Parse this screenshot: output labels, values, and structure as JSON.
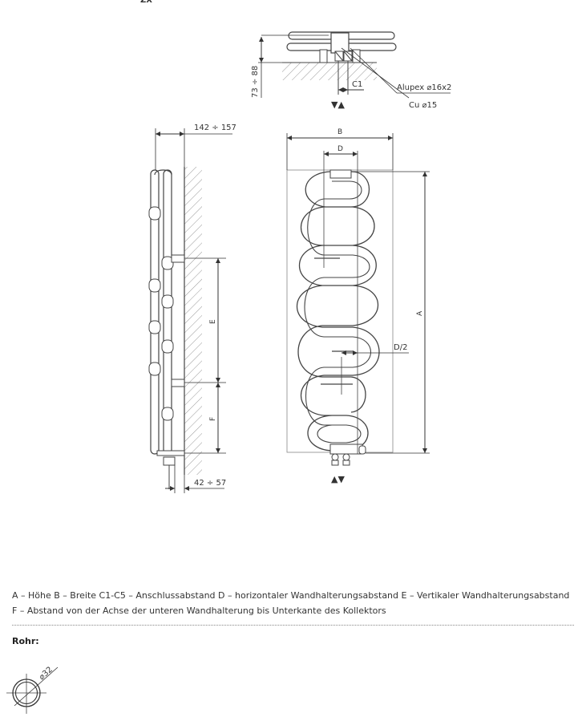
{
  "header": {
    "partial_label": "ZX"
  },
  "top_view": {
    "offset_label": "73 ÷ 88",
    "c1_label": "C1",
    "alupex_label": "Alupex ⌀16x2",
    "cu_label": "Cu ⌀15",
    "flow_arrows": "▼▲"
  },
  "side_view": {
    "depth_label": "142 ÷ 157",
    "wall_distance_label": "42 ÷ 57",
    "e_label": "E",
    "f_label": "F"
  },
  "front_view": {
    "b_label": "B",
    "d_label": "D",
    "a_label": "A",
    "d_half_label": "D/2",
    "flow_arrows": "▲▼"
  },
  "legend": {
    "line1": "A – Höhe   B – Breite   C1-C5 – Anschlussabstand   D – horizontaler Wandhalterungsabstand   E – Vertikaler Wandhalterungsabstand",
    "line2": "F – Abstand von der Achse der unteren Wandhalterung bis Unterkante des Kollektors"
  },
  "tube": {
    "heading": "Rohr:",
    "diameter_label": "⌀32"
  }
}
